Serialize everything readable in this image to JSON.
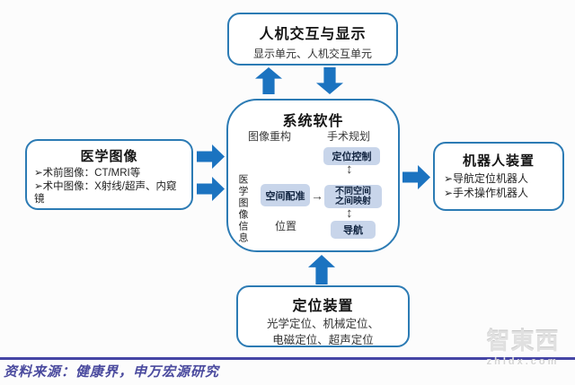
{
  "diagram": {
    "top_box": {
      "title": "人机交互与显示",
      "subtitle": "显示单元、人机交互单元"
    },
    "left_box": {
      "title": "医学图像",
      "items": [
        "➢术前图像：CT/MRI等",
        "➢术中图像：X射线/超声、内窥镜"
      ]
    },
    "center_box": {
      "title": "系统软件",
      "label_left": "图像重构",
      "label_right": "手术规划",
      "vertical_label": "医学图像信息",
      "position_label": "位置",
      "nodes": {
        "control": "定位控制",
        "registration": "空间配准",
        "mapping_line1": "不同空间",
        "mapping_line2": "之间映射",
        "navigation": "导航"
      },
      "arrow_glyphs": {
        "vertical_double": "↕",
        "right": "→"
      }
    },
    "right_box": {
      "title": "机器人装置",
      "items": [
        "➢导航定位机器人",
        "➢手术操作机器人"
      ]
    },
    "bottom_box": {
      "title": "定位装置",
      "subtitle_line1": "光学定位、机械定位、",
      "subtitle_line2": "电磁定位、超声定位"
    }
  },
  "footer": {
    "source": "资料来源：健康界，申万宏源研究"
  },
  "watermark": {
    "logo": "智東西",
    "domain": "zhidx.com"
  },
  "colors": {
    "box_border": "#2c7bb4",
    "block_arrow": "#1b73c0",
    "node_fill": "#c8d5ea",
    "footer_rule": "#4545a5",
    "source_text": "#4a4a9e"
  }
}
